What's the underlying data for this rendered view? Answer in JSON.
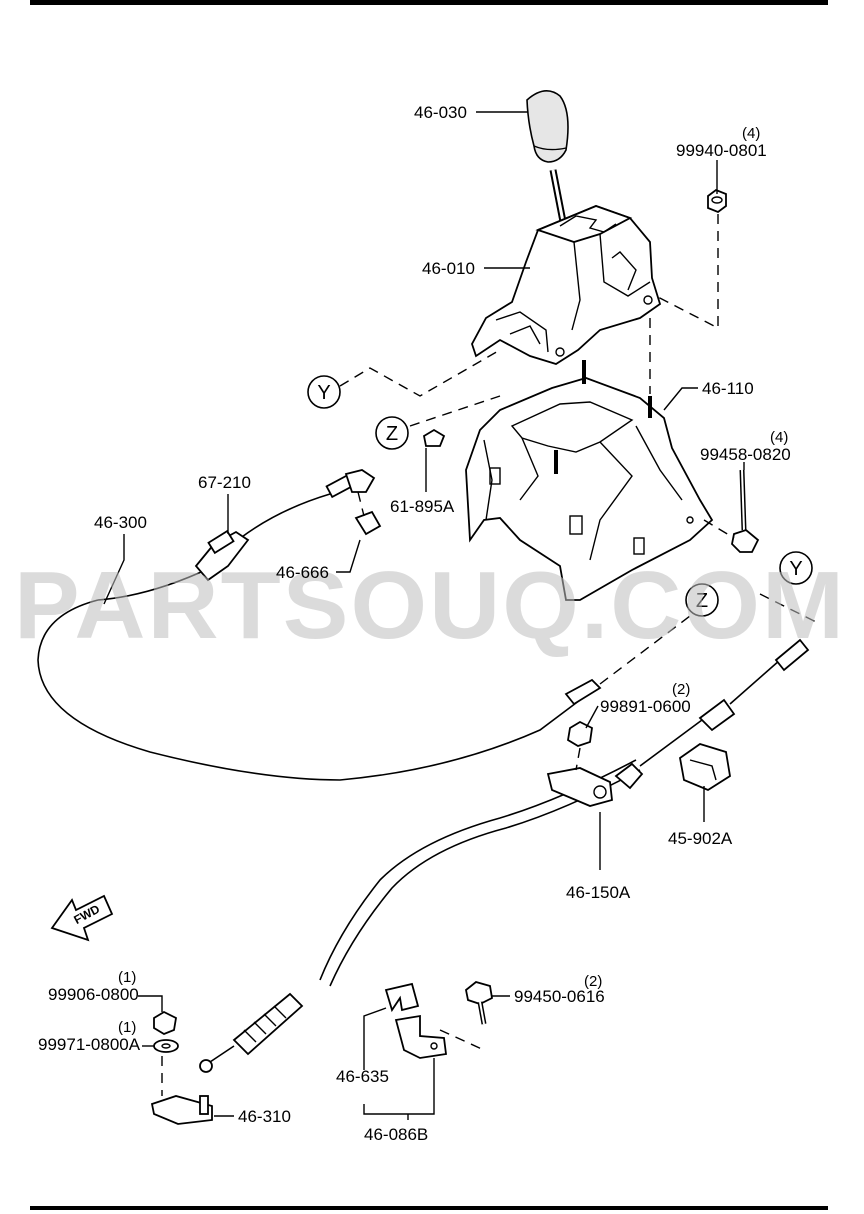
{
  "watermark": "PARTSOUQ.COM",
  "fwd_arrow_text": "FWD",
  "ref_markers": {
    "y": "Y",
    "z": "Z"
  },
  "callouts": {
    "p46030": {
      "code": "46-030"
    },
    "p99940": {
      "code": "99940-0801",
      "qty": "(4)"
    },
    "p46010": {
      "code": "46-010"
    },
    "p46110": {
      "code": "46-110"
    },
    "p99458": {
      "code": "99458-0820",
      "qty": "(4)"
    },
    "p61895": {
      "code": "61-895A"
    },
    "p67210": {
      "code": "67-210"
    },
    "p46300": {
      "code": "46-300"
    },
    "p46666": {
      "code": "46-666"
    },
    "p99891": {
      "code": "99891-0600",
      "qty": "(2)"
    },
    "p45902": {
      "code": "45-902A"
    },
    "p46150": {
      "code": "46-150A"
    },
    "p99906": {
      "code": "99906-0800",
      "qty": "(1)"
    },
    "p99971": {
      "code": "99971-0800A",
      "qty": "(1)"
    },
    "p99450": {
      "code": "99450-0616",
      "qty": "(2)"
    },
    "p46635": {
      "code": "46-635"
    },
    "p46310": {
      "code": "46-310"
    },
    "p46086": {
      "code": "46-086B"
    }
  }
}
